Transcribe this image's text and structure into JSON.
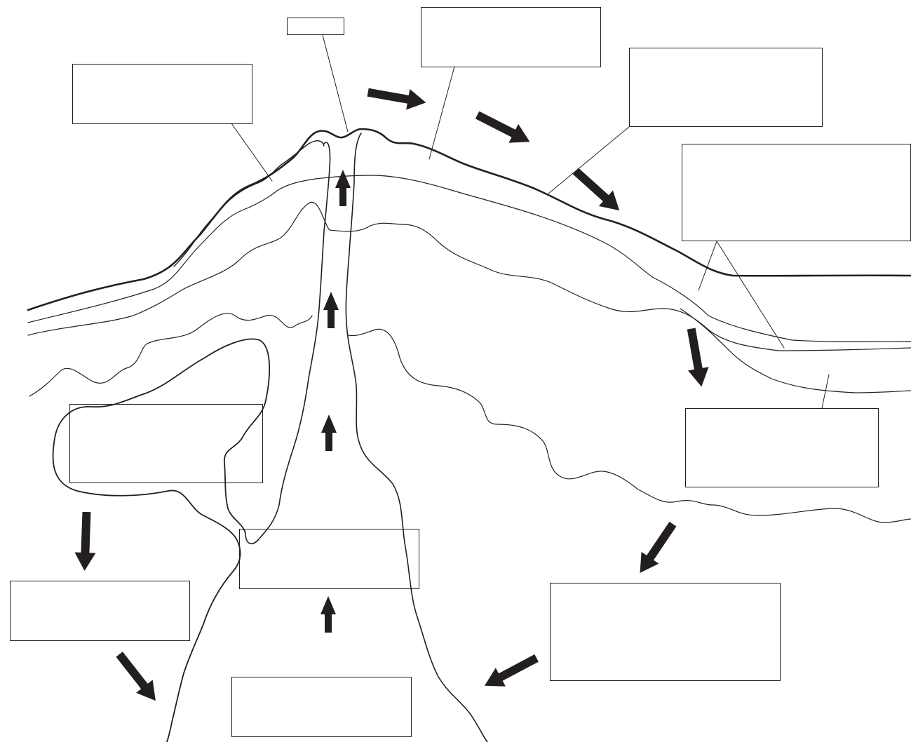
{
  "diagram": {
    "colors": {
      "ink": "#231f20",
      "background": "#ffffff"
    },
    "label_boxes": [
      {
        "id": "vent",
        "text": ""
      },
      {
        "id": "lava-flow",
        "text": ""
      },
      {
        "id": "crater-rim",
        "text": ""
      },
      {
        "id": "ash-layer",
        "text": ""
      },
      {
        "id": "sediment-layers",
        "text": ""
      },
      {
        "id": "rock-layer",
        "text": ""
      },
      {
        "id": "magma-chamber",
        "text": ""
      },
      {
        "id": "conduit",
        "text": ""
      },
      {
        "id": "deep-rock",
        "text": ""
      },
      {
        "id": "weathering",
        "text": ""
      },
      {
        "id": "magma-source",
        "text": ""
      }
    ]
  }
}
